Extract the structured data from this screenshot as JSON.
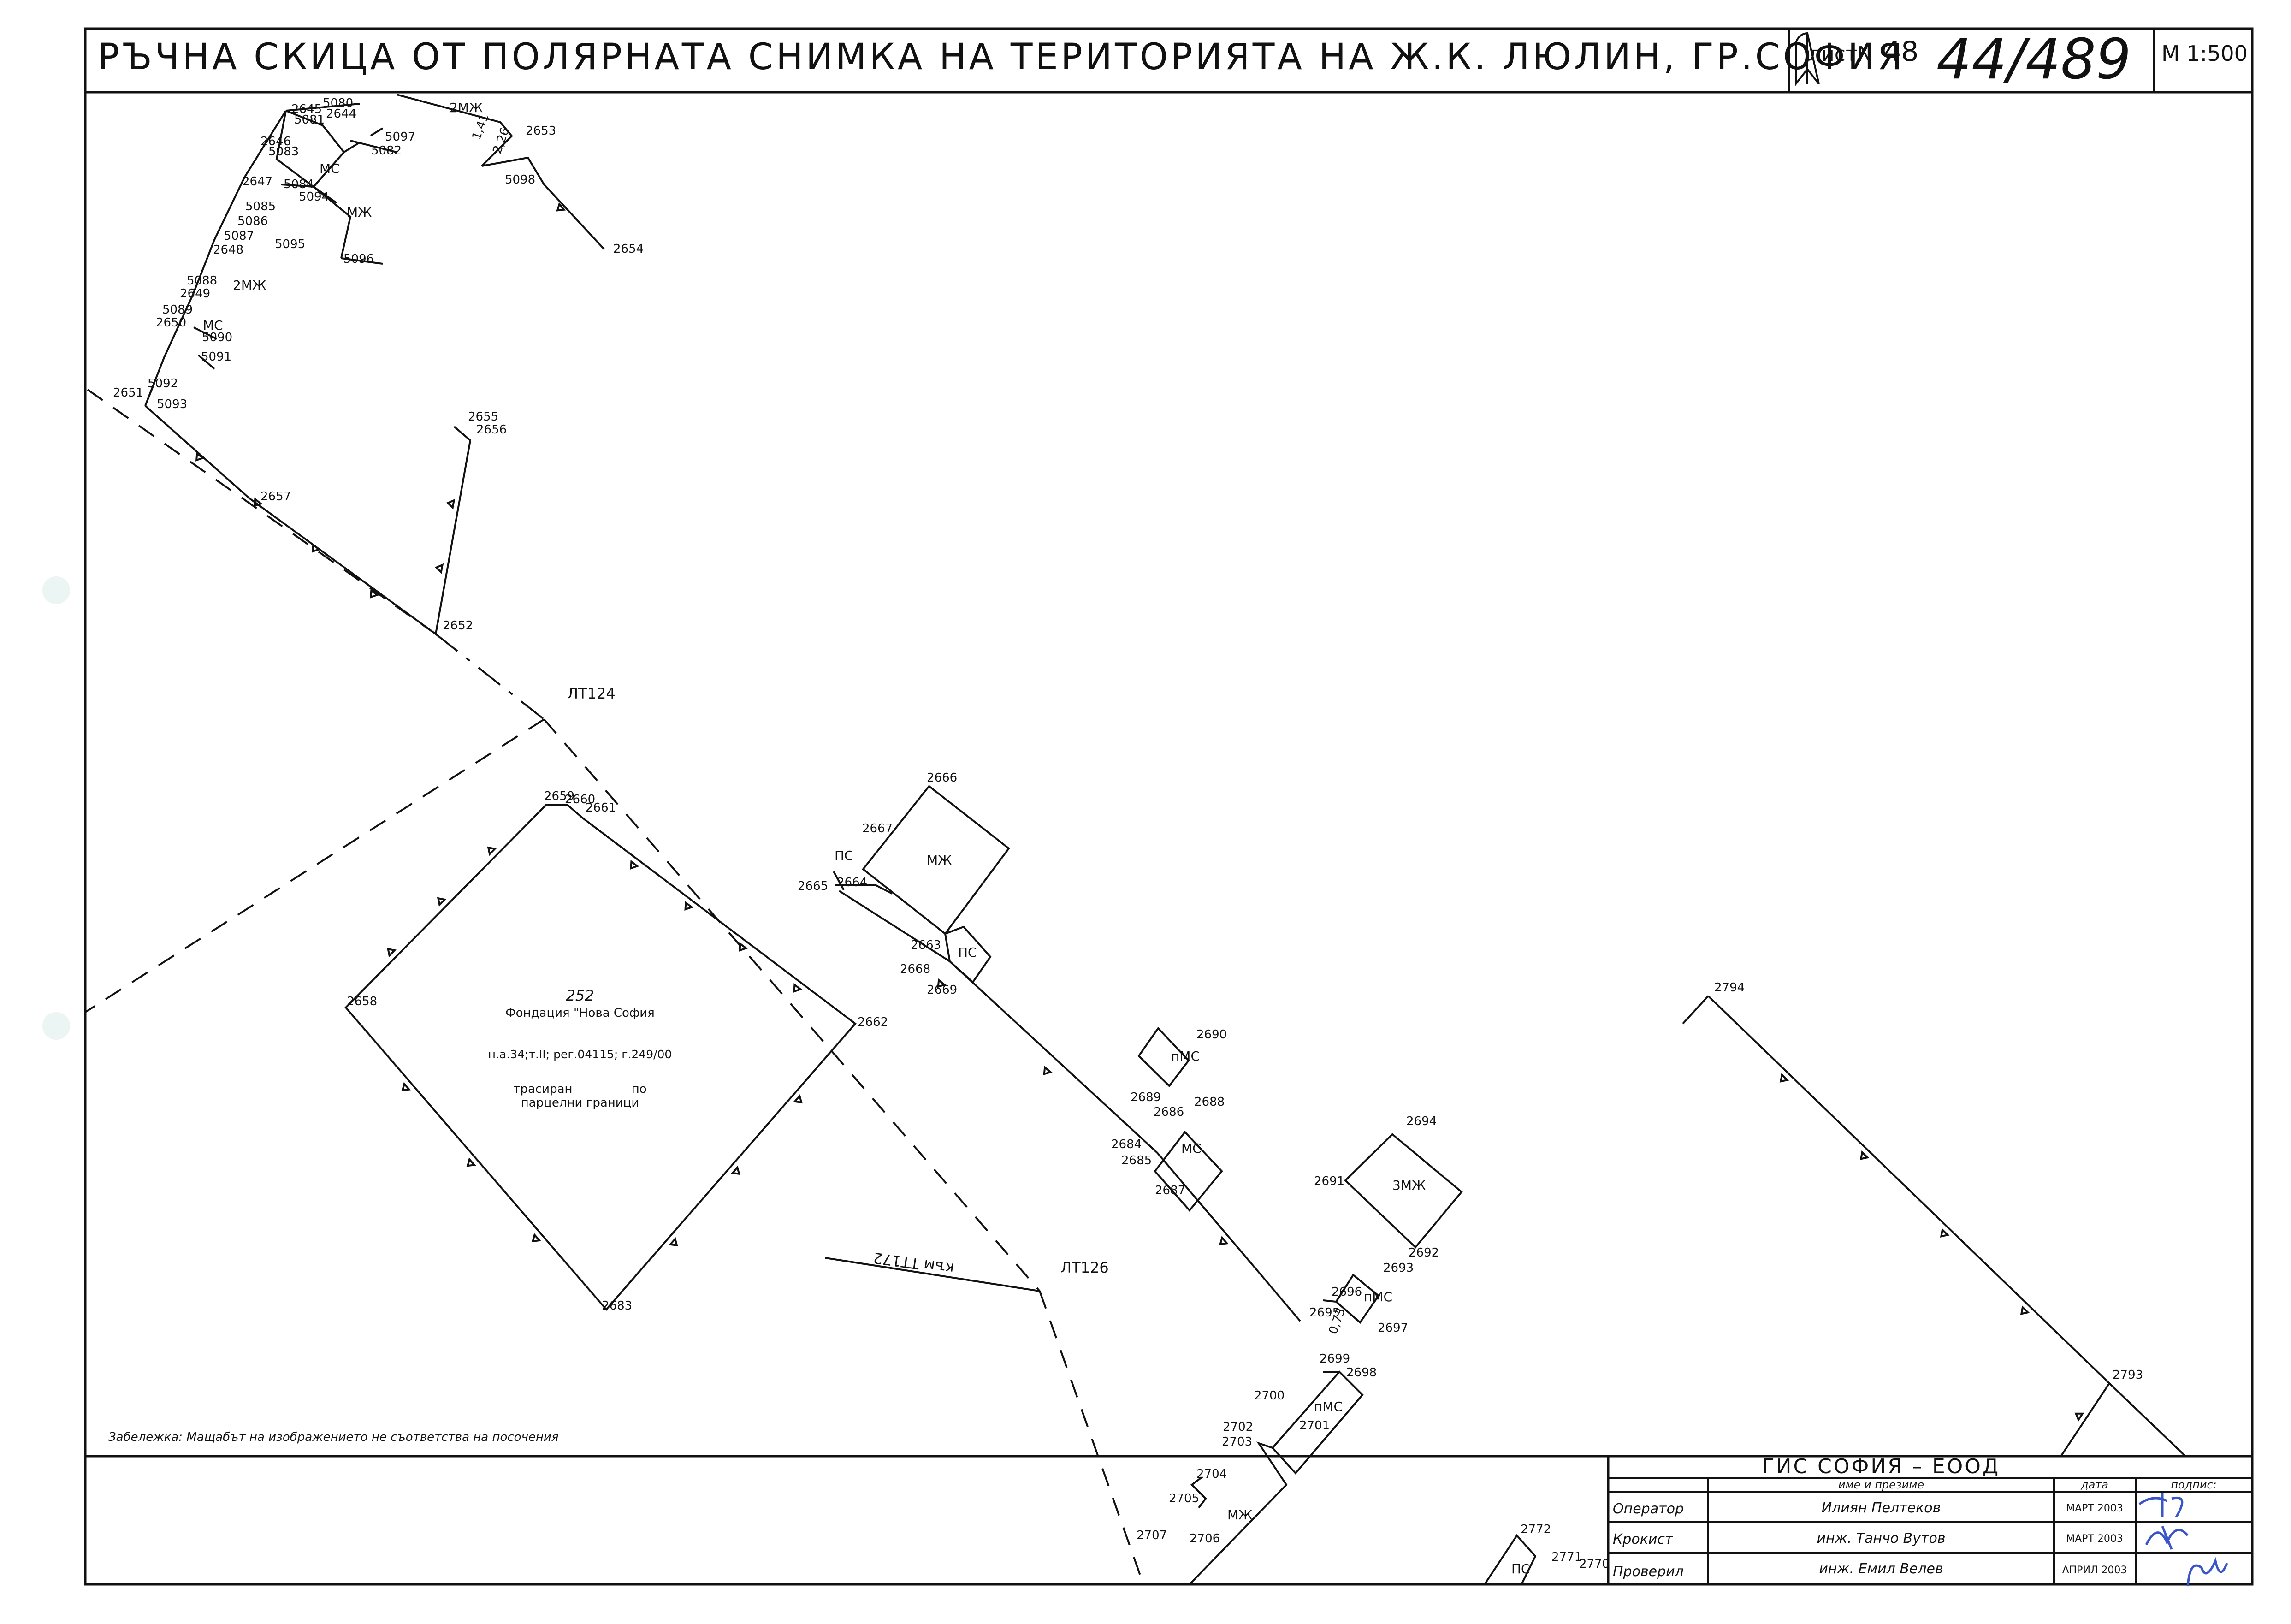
{
  "header": {
    "title": "РЪЧНА СКИЦА ОТ ПОЛЯРНАТА СНИМКА НА ТЕРИТОРИЯТА НА Ж.К. ЛЮЛИН, ГР.СОФИЯ",
    "sheet_label": "листN",
    "sheet_number": "48",
    "handwritten_number": "44/489",
    "scale": "М 1:500"
  },
  "parcel": {
    "number": "252",
    "owner": "Фондация \"Нова София",
    "deed": "н.а.34;т.II; рег.04115; г.249/00",
    "note_line1": "трасиран по",
    "note_line2": "парцелни граници"
  },
  "buildings": {
    "b1": "2МЖ",
    "b2": "МС",
    "b3": "МЖ",
    "b4": "2МЖ",
    "b5": "МС",
    "b6": "МЖ",
    "b7": "ПС",
    "b8": "ПС",
    "b9": "пМС",
    "b10": "МС",
    "b11": "3МЖ",
    "b12": "пМС",
    "b13": "пМС",
    "b14": "МЖ",
    "b15": "ПС"
  },
  "measures": {
    "m1": "1,41",
    "m2": "2,26",
    "m3": "0,73"
  },
  "points": {
    "p2645": "2645",
    "p5080": "5080",
    "p5081": "5081",
    "p2644": "2644",
    "p5097": "5097",
    "p2646": "2646",
    "p5083": "5083",
    "p5082": "5082",
    "p2647": "2647",
    "p5084": "5084",
    "p5094": "5094",
    "p5085": "5085",
    "p5086": "5086",
    "p5087": "5087",
    "p2648": "2648",
    "p5095": "5095",
    "p5096": "5096",
    "p5088": "5088",
    "p2649": "2649",
    "p5089": "5089",
    "p2650": "2650",
    "p5090": "5090",
    "p5091": "5091",
    "p5092": "5092",
    "p2651": "2651",
    "p5093": "5093",
    "p2653a": "2653",
    "p5098": "5098",
    "p2654": "2654",
    "p2655": "2655",
    "p2656": "2656",
    "p2657": "2657",
    "p2652": "2652",
    "p2659": "2659",
    "p2660": "2660",
    "p2661": "2661",
    "p2658": "2658",
    "p2662": "2662",
    "p2683": "2683",
    "p2666": "2666",
    "p2667": "2667",
    "p2665": "2665",
    "p2664": "2664",
    "p2663": "2663",
    "p2668": "2668",
    "p2669": "2669",
    "p2690": "2690",
    "p2689": "2689",
    "p2688": "2688",
    "p2686": "2686",
    "p2684": "2684",
    "p2685": "2685",
    "p2687": "2687",
    "p2694": "2694",
    "p2691": "2691",
    "p2692": "2692",
    "p2693": "2693",
    "p2696": "2696",
    "p2695": "2695",
    "p2697": "2697",
    "p2699": "2699",
    "p2698": "2698",
    "p2700": "2700",
    "p2702": "2702",
    "p2701": "2701",
    "p2703": "2703",
    "p2704": "2704",
    "p2705": "2705",
    "p2707": "2707",
    "p2706": "2706",
    "p2772": "2772",
    "p2771": "2771",
    "p2770": "2770",
    "p2794": "2794",
    "p2793": "2793"
  },
  "stations": {
    "lt124": "ЛТ124",
    "lt126": "ЛТ126",
    "to_tt172": "към ТТ172"
  },
  "note": "Забележка: Мащабът на изображението не съответства на посочения",
  "title_block": {
    "company": "ГИС СОФИЯ – ЕООД",
    "col_name": "име и презиме",
    "col_date": "дата",
    "col_sign": "подпис:",
    "rows": [
      {
        "role": "Оператор",
        "name": "Илиян Пелтеков",
        "date": "МАРТ 2003"
      },
      {
        "role": "Крокист",
        "name": "инж. Танчо Вутов",
        "date": "МАРТ 2003"
      },
      {
        "role": "Проверил",
        "name": "инж. Емил Велев",
        "date": "АПРИЛ 2003"
      }
    ]
  }
}
